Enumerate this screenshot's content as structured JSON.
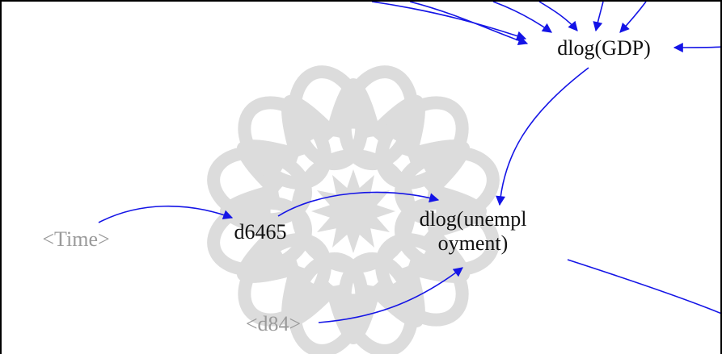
{
  "diagram": {
    "colors": {
      "edge": "#1414e6",
      "node_text": "#111111",
      "shadow_text": "#9a9a9a",
      "watermark": "#d6d6d6",
      "border": "#000000",
      "background": "#ffffff"
    },
    "nodes": {
      "gdp": {
        "label": "dlog(GDP)",
        "shadow": false
      },
      "unemployment": {
        "label_line1": "dlog(unempl",
        "label_line2": "oyment)",
        "shadow": false
      },
      "d6465": {
        "label": "d6465",
        "shadow": false
      },
      "time": {
        "label": "<Time>",
        "shadow": true
      },
      "d84": {
        "label": "<d84>",
        "shadow": true
      }
    },
    "edges": [
      {
        "from": "offscreen-top",
        "to": "gdp"
      },
      {
        "from": "offscreen-top",
        "to": "gdp"
      },
      {
        "from": "offscreen-top",
        "to": "gdp"
      },
      {
        "from": "offscreen-top",
        "to": "gdp"
      },
      {
        "from": "offscreen-top",
        "to": "gdp"
      },
      {
        "from": "offscreen-top",
        "to": "gdp"
      },
      {
        "from": "offscreen-right",
        "to": "gdp"
      },
      {
        "from": "gdp",
        "to": "unemployment"
      },
      {
        "from": "time",
        "to": "d6465"
      },
      {
        "from": "d6465",
        "to": "unemployment"
      },
      {
        "from": "d84",
        "to": "unemployment"
      },
      {
        "from": "unemployment",
        "to": "offscreen-right"
      }
    ],
    "watermark": {
      "icon": "rosette-watermark-icon"
    }
  }
}
